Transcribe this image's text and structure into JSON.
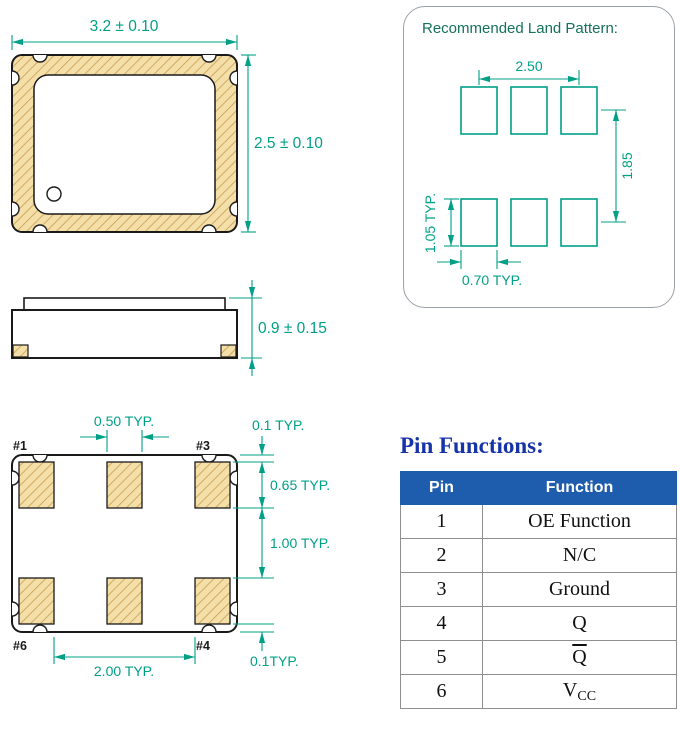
{
  "colors": {
    "dimension_green": "#00A087",
    "package_outline": "#1a1a1a",
    "pad_fill": "#F4DFA9",
    "pad_hatch": "#C99C50",
    "land_pattern_green": "#00A087",
    "pin_table_header_bg": "#1E5CAD",
    "pin_functions_title_blue": "#1733A8"
  },
  "top_view": {
    "width_dim": "3.2 ± 0.10",
    "height_dim": "2.5 ± 0.10"
  },
  "side_view": {
    "height_dim": "0.9 ± 0.15"
  },
  "bottom_view": {
    "pad_width_dim": "0.50  TYP.",
    "top_edge_gap_dim": "0.1  TYP.",
    "pad_height_dim": "0.65 TYP.",
    "row_gap_dim": "1.00  TYP.",
    "pad_pitch_dim": "2.00   TYP.",
    "bottom_edge_gap_dim": "0.1TYP.",
    "pin_labels": {
      "p1": "#1",
      "p3": "#3",
      "p6": "#6",
      "p4": "#4"
    }
  },
  "land_pattern": {
    "title": "Recommended Land Pattern:",
    "horizontal_pitch_dim": "2.50",
    "vertical_pitch_dim": "1.85",
    "pad_height_dim": "1.05  TYP.",
    "pad_width_dim": "0.70  TYP."
  },
  "pin_functions": {
    "title": "Pin Functions:",
    "columns": {
      "pin": "Pin",
      "function": "Function"
    },
    "rows": [
      {
        "pin": "1",
        "fn": "OE Function"
      },
      {
        "pin": "2",
        "fn": "N/C"
      },
      {
        "pin": "3",
        "fn": "Ground"
      },
      {
        "pin": "4",
        "fn": "Q"
      },
      {
        "pin": "5",
        "fn": "Q",
        "format": "overline"
      },
      {
        "pin": "6",
        "fn": "V",
        "sub": "CC"
      }
    ]
  }
}
